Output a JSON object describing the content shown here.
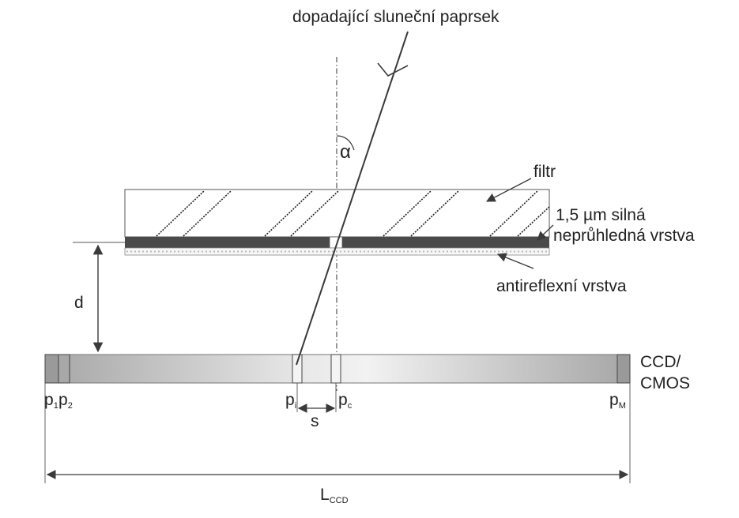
{
  "diagram": {
    "labels": {
      "incident_ray": "dopadající sluneční paprsek",
      "angle": "α",
      "filter": "filtr",
      "opaque_layer_line1": "1,5 µm silná",
      "opaque_layer_line2": "neprůhledná vrstva",
      "antireflex_layer": "antireflexní vrstva",
      "distance": "d",
      "sensor_line1": "CCD/",
      "sensor_line2": "CMOS",
      "shift": "s",
      "length": "L",
      "length_sub": "CCD"
    },
    "pixels": [
      {
        "base": "p",
        "sub": "1"
      },
      {
        "base": "p",
        "sub": "2"
      },
      {
        "base": "p",
        "sub": "i"
      },
      {
        "base": "p",
        "sub": "c"
      },
      {
        "base": "p",
        "sub": "M"
      }
    ],
    "colors": {
      "line": "#3a3a3a",
      "opaque_layer": "#4a4a4a",
      "sensor_edge": "#9a9a9a",
      "sensor_center": "#f0f0f0"
    }
  }
}
